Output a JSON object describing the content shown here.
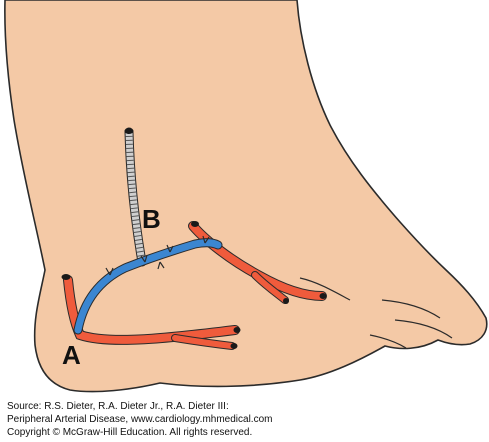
{
  "labels": {
    "a": "A",
    "b": "B"
  },
  "colors": {
    "skin": "#f4c9a6",
    "outline": "#2b2b2b",
    "artery": "#ef5b3c",
    "vein_graft": "#3b86d1",
    "catheter": "#cfcfcf"
  },
  "icons": [
    "foot-illustration",
    "artery",
    "vein-graft",
    "catheter"
  ],
  "credit": {
    "line1": "Source: R.S. Dieter, R.A. Dieter Jr., R.A. Dieter III:",
    "line2": "Peripheral Arterial Disease, www.cardiology.mhmedical.com",
    "line3": "Copyright © McGraw-Hill Education. All rights reserved."
  }
}
